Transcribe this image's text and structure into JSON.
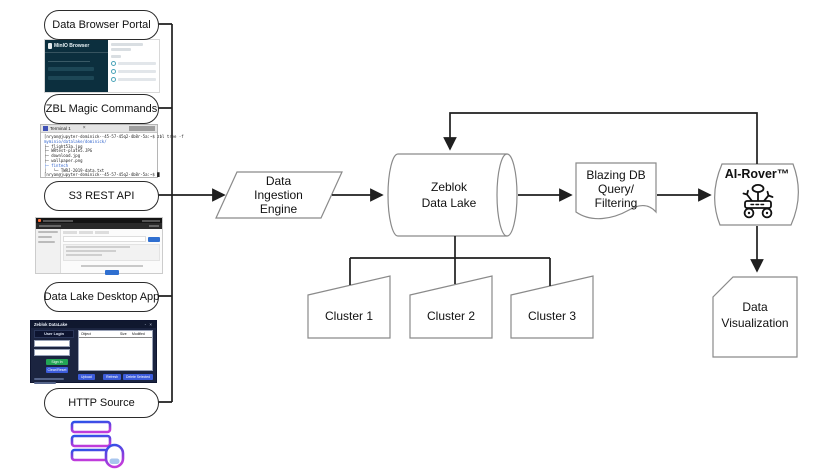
{
  "nodes": {
    "portal": "Data Browser Portal",
    "zbl": "ZBL Magic Commands",
    "s3": "S3 REST API",
    "desktop": "Data Lake Desktop App",
    "http": "HTTP Source",
    "engine": {
      "l1": "Data",
      "l2": "Ingestion",
      "l3": "Engine"
    },
    "lake": {
      "l1": "Zeblok",
      "l2": "Data Lake"
    },
    "blazing": {
      "l1": "Blazing DB",
      "l2": "Query/",
      "l3": "Filtering"
    },
    "rover": "AI-Rover™",
    "clusters": [
      "Cluster 1",
      "Cluster 2",
      "Cluster 3"
    ],
    "viz": {
      "l1": "Data",
      "l2": "Visualization"
    }
  },
  "thumbnails": {
    "minio": {
      "title": "MinIO Browser"
    },
    "terminal": {
      "tab": "Terminal 1",
      "close": "×",
      "lines": [
        "[nryan@jupyter-dominick--45-57-45q2-4b8r-5a:~$ zbl tree -f",
        "myminio/datalake/dominick/",
        "├─ flight53a.jpg",
        "├─ WRtest-plate5.JPG",
        "├─ download.jpg",
        "├─ wallpaper.png",
        "├─ fintech",
        "│   └─ TWRJ-2019-data.txt",
        "[nryan@jupyter-dominick--45-57-45q2-4b8r-5a:~$ █"
      ]
    },
    "desktop": {
      "title": "Zeblok DataLake",
      "controls": "- ×",
      "login": "User Login",
      "sign_in": "Sign In",
      "clear": "Clear/Reset",
      "upload": "Upload",
      "refresh": "Refresh",
      "delete": "Delete Selected",
      "col_object": "Object",
      "col_size": "Size",
      "col_modified": "Modified"
    }
  },
  "colors": {
    "connector": "#1f1f1f",
    "shape_outline": "#8a8a8a",
    "stadium_outline": "#2b2b2b",
    "postman_orange": "#ff6c37",
    "minio_teal": "#0c2f3e",
    "signin_green": "#23a455",
    "button_blue": "#3b5bdb",
    "terminal_blue": "#3366cc",
    "server_gradient_top": "#2953e8",
    "server_gradient_mid": "#7040e0",
    "server_gradient_bottom": "#c03cdb"
  }
}
